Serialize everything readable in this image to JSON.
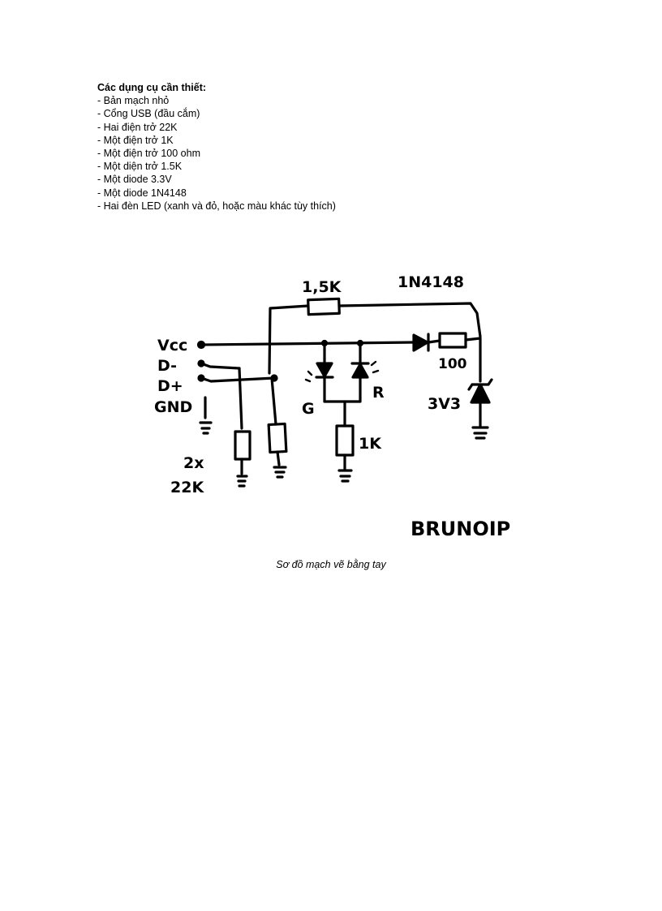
{
  "requirements": {
    "title": "Các dụng cụ cần thiết:",
    "items": [
      "- Bản mạch nhỏ",
      "- Cổng USB (đầu cắm)",
      "- Hai điện trở 22K",
      "- Một điện trở 1K",
      "- Một điện trở 100 ohm",
      "- Một diện trở 1.5K",
      "- Một diode 3.3V",
      "- Một diode 1N4148",
      "- Hai đèn LED (xanh và đỏ, hoặc màu khác tùy thích)"
    ]
  },
  "schematic": {
    "labels": {
      "r_pullup": "1,5K",
      "diode": "1N4148",
      "r_series": "100",
      "zener": "3V3",
      "vcc": "Vcc",
      "dminus": "D-",
      "dplus": "D+",
      "gnd": "GND",
      "led_green": "G",
      "led_red": "R",
      "r_led": "1K",
      "r_pulldown_count": "2x",
      "r_pulldown_value": "22K",
      "signature": "BRUNOIP"
    }
  },
  "caption": "Sơ đồ mạch vẽ bằng tay"
}
